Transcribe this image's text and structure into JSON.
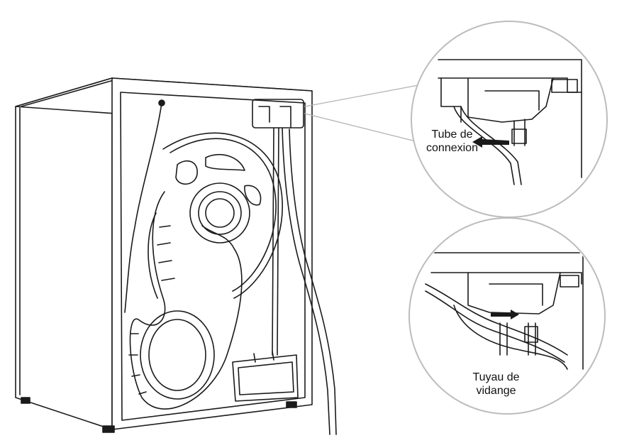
{
  "diagram": {
    "callouts": [
      {
        "id": "connexion",
        "lines": [
          "Tube de",
          "connexion"
        ]
      },
      {
        "id": "vidange",
        "lines": [
          "Tuyau de",
          "vidange"
        ]
      }
    ]
  },
  "colors": {
    "stroke": "#1a1a1a",
    "background": "#ffffff",
    "shadow": "#d9d9d9"
  }
}
